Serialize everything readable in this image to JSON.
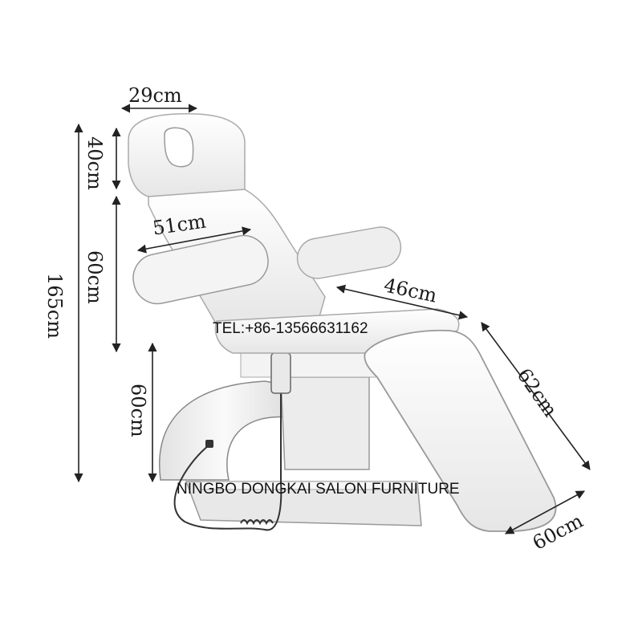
{
  "dimensions": {
    "headrest_width": "29cm",
    "headrest_length": "40cm",
    "backrest_width": "51cm",
    "backrest_length": "60cm",
    "total_length": "165cm",
    "seat_length": "46cm",
    "base_height": "60cm",
    "legrest_length": "62cm",
    "legrest_width": "60cm"
  },
  "overlay": {
    "phone": "TEL:+86-13566631162",
    "company": "NINGBO DONGKAI SALON FURNITURE"
  },
  "colors": {
    "line": "#222222",
    "upholstery": "#fbfbfb",
    "shadow": "#d9d9d9",
    "base": "#f1f1f1"
  }
}
